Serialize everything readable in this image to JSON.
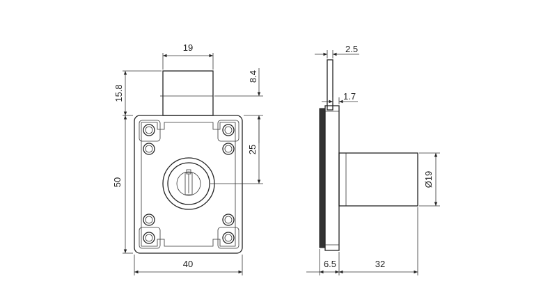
{
  "dimensions": {
    "top_width": "19",
    "top_height": "15.8",
    "bolt_offset": "8.4",
    "key_center": "25",
    "body_height": "50",
    "body_width": "40",
    "plate_thickness": "2.5",
    "bolt_step": "1.7",
    "cylinder_diameter": "Ø19",
    "flange_depth": "6.5",
    "cylinder_length": "32"
  }
}
